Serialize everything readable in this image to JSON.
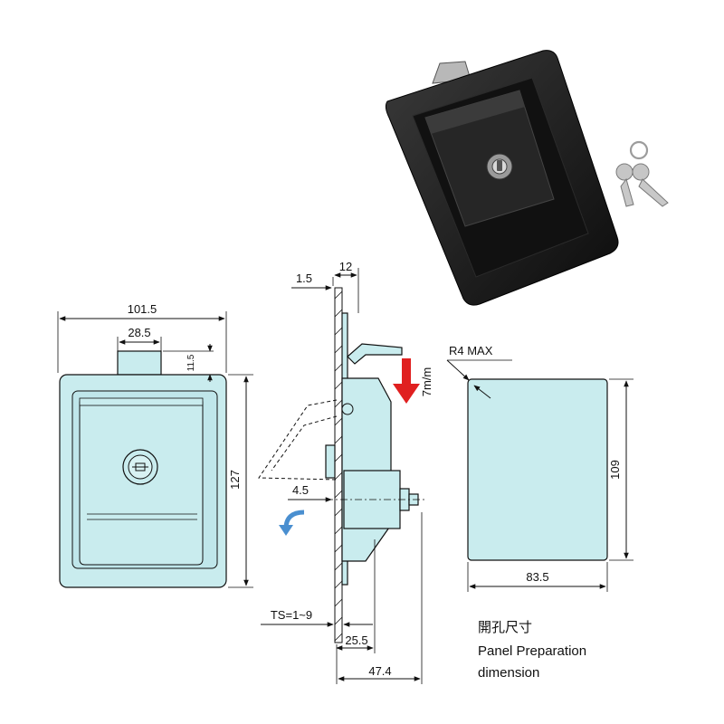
{
  "colors": {
    "part_fill": "#c9ecee",
    "arrow_red": "#e02020",
    "arrow_blue": "#4a8fd0",
    "photo_body": "#1c1c1c"
  },
  "icons": {
    "product_photo": "latch-with-keys-photo",
    "keyhole": "keyhole-icon",
    "push_arrow": "red-down-arrow-icon",
    "rotate_arrow": "blue-curved-arrow-icon"
  },
  "front_view": {
    "width_label": "101.5",
    "tab_width_label": "28.5",
    "tab_height_label": "11.5",
    "height_label": "127"
  },
  "side_view": {
    "offset_label": "1.5",
    "top_label": "12",
    "travel_label": "7m/m",
    "swing_label": "4.5",
    "thickness_label": "TS=1~9",
    "depth_label": "25.5",
    "total_depth_label": "47.4"
  },
  "cutout": {
    "radius_label": "R4 MAX",
    "height_label": "109",
    "width_label": "83.5"
  },
  "caption": {
    "zh": "開孔尺寸",
    "en_line1": "Panel Preparation",
    "en_line2": "dimension"
  }
}
